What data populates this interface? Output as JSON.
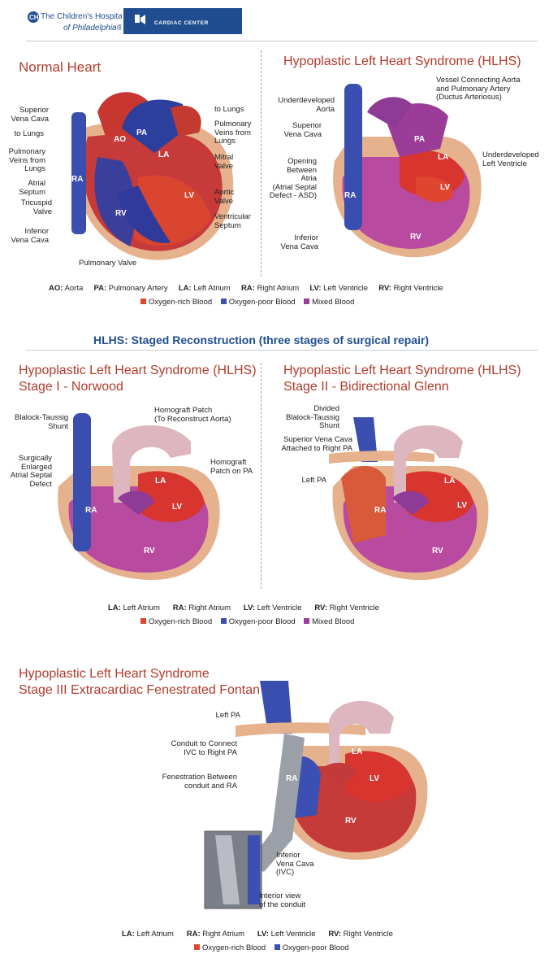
{
  "header": {
    "logo_line1": "The Children's Hospital",
    "logo_line2": "of Philadelphia®",
    "logo_mark": "CH",
    "center_label": "CARDIAC CENTER"
  },
  "colors": {
    "oxygen_rich": "#e0462d",
    "oxygen_poor": "#3c4fb2",
    "mixed": "#9b3d98",
    "title": "#b23a2b",
    "section": "#1f4d8f"
  },
  "normal": {
    "title": "Normal Heart",
    "labels": {
      "svc": "Superior\nVena Cava",
      "to_lungs_left": "to Lungs",
      "pulm_veins_left": "Pulmonary\nVeins from\nLungs",
      "atrial_septum": "Atrial\nSeptum",
      "tricuspid": "Tricuspid\nValve",
      "ivc": "Inferior\nVena Cava",
      "pulm_valve": "Pulmonary Valve",
      "to_lungs_right": "to Lungs",
      "pulm_veins_right": "Pulmonary\nVeins from\nLungs",
      "mitral": "Mitral\nValve",
      "aortic": "Aortic\nValve",
      "vent_septum": "Ventricular\nSeptum"
    },
    "chambers": {
      "ao": "AO",
      "pa": "PA",
      "la": "LA",
      "ra": "RA",
      "rv": "RV",
      "lv": "LV"
    }
  },
  "hlhs": {
    "title": "Hypoplastic Left Heart Syndrome (HLHS)",
    "labels": {
      "underdeveloped_aorta": "Underdeveloped\nAorta",
      "svc": "Superior\nVena Cava",
      "opening": "Opening\nBetween\nAtria\n(Atrial Septal\nDefect - ASD)",
      "ivc": "Inferior\nVena Cava",
      "vessel_connecting": "Vessel Connecting Aorta\nand Pulmonary Artery\n(Ductus Arteriosus)",
      "underdeveloped_lv": "Underdeveloped\nLeft Ventricle"
    },
    "chambers": {
      "pa": "PA",
      "la": "LA",
      "lv": "LV",
      "ra": "RA",
      "rv": "RV"
    }
  },
  "legend1": {
    "abbrevs": [
      {
        "abbr": "AO:",
        "text": "Aorta"
      },
      {
        "abbr": "PA:",
        "text": "Pulmonary Artery"
      },
      {
        "abbr": "LA:",
        "text": "Left Atrium"
      },
      {
        "abbr": "RA:",
        "text": "Right Atrium"
      },
      {
        "abbr": "LV:",
        "text": "Left Ventricle"
      },
      {
        "abbr": "RV:",
        "text": "Right Ventricle"
      }
    ],
    "blood": [
      "Oxygen-rich Blood",
      "Oxygen-poor Blood",
      "Mixed Blood"
    ]
  },
  "section_heading": "HLHS: Staged Reconstruction (three stages of surgical repair)",
  "stage1": {
    "title1": "Hypoplastic Left Heart Syndrome (HLHS)",
    "title2": "Stage I - Norwood",
    "labels": {
      "bt_shunt": "Blalock-Taussig\nShunt",
      "asd": "Surgically\nEnlarged\nAtrial Septal\nDefect",
      "homograft_aorta": "Homograft Patch\n(To Reconstruct Aorta)",
      "homograft_pa": "Homograft\nPatch on PA"
    },
    "chambers": {
      "la": "LA",
      "lv": "LV",
      "ra": "RA",
      "rv": "RV"
    }
  },
  "stage2": {
    "title1": "Hypoplastic Left Heart Syndrome (HLHS)",
    "title2": "Stage II - Bidirectional Glenn",
    "labels": {
      "divided_bt": "Divided\nBlalock-Taussig\nShunt",
      "svc_attached": "Superior Vena Cava\nAttached to Right PA",
      "left_pa": "Left PA"
    },
    "chambers": {
      "la": "LA",
      "lv": "LV",
      "ra": "RA",
      "rv": "RV"
    }
  },
  "legend2": {
    "abbrevs": [
      {
        "abbr": "LA:",
        "text": "Left Atrium"
      },
      {
        "abbr": "RA:",
        "text": "Right Atrium"
      },
      {
        "abbr": "LV:",
        "text": "Left Ventricle"
      },
      {
        "abbr": "RV:",
        "text": "Right Ventricle"
      }
    ],
    "blood": [
      "Oxygen-rich Blood",
      "Oxygen-poor Blood",
      "Mixed Blood"
    ]
  },
  "stage3": {
    "title1": "Hypoplastic Left Heart Syndrome",
    "title2": "Stage III Extracardiac Fenestrated Fontan",
    "labels": {
      "left_pa": "Left PA",
      "conduit": "Conduit to Connect\nIVC to Right PA",
      "fenestration": "Fenestration Between\nconduit and RA",
      "ivc": "Inferior\nVena Cava\n(IVC)",
      "interior": "Interior view\nof the conduit"
    },
    "chambers": {
      "la": "LA",
      "lv": "LV",
      "ra": "RA",
      "rv": "RV"
    }
  },
  "legend3": {
    "abbrevs": [
      {
        "abbr": "LA:",
        "text": "Left Atrium"
      },
      {
        "abbr": "RA:",
        "text": "Right Atrium"
      },
      {
        "abbr": "LV:",
        "text": "Left Ventricle"
      },
      {
        "abbr": "RV:",
        "text": "Right Ventricle"
      }
    ],
    "blood": [
      "Oxygen-rich Blood",
      "Oxygen-poor Blood"
    ]
  }
}
